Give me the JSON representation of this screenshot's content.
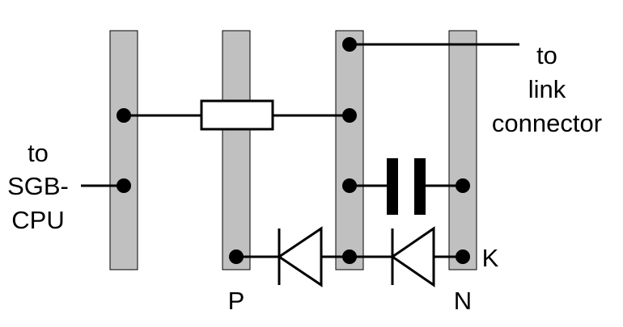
{
  "labels": {
    "left_line1": "to",
    "left_line2": "SGB-",
    "left_line3": "CPU",
    "right_line1": "to",
    "right_line2": "link",
    "right_line3": "connector",
    "p": "P",
    "n": "N",
    "k": "K"
  },
  "colors": {
    "strip_fill": "#c0c0c0",
    "line": "#000000",
    "background": "#ffffff"
  }
}
